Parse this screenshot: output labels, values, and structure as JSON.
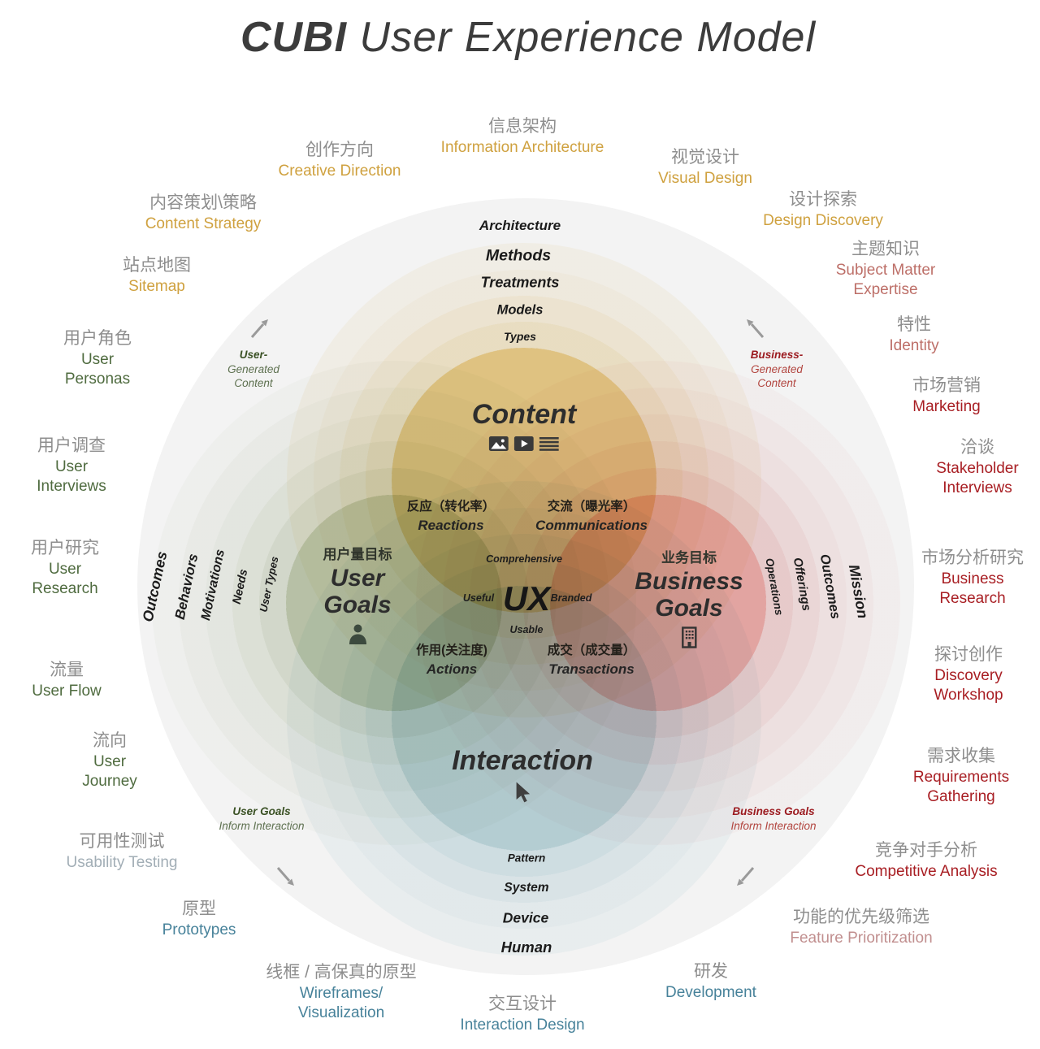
{
  "title": {
    "bold": "CUBI",
    "rest": " User Experience Model"
  },
  "outer_labels": {
    "information_architecture": {
      "zh": "信息架构",
      "en": "Information Architecture"
    },
    "creative_direction": {
      "zh": "创作方向",
      "en": "Creative Direction"
    },
    "content_strategy": {
      "zh": "内容策划\\策略",
      "en": "Content Strategy"
    },
    "sitemap": {
      "zh": "站点地图",
      "en": "Sitemap"
    },
    "visual_design": {
      "zh": "视觉设计",
      "en": "Visual Design"
    },
    "design_discovery": {
      "zh": "设计探索",
      "en": "Design Discovery"
    },
    "subject_matter_expertise": {
      "zh": "主题知识",
      "en": "Subject Matter Expertise"
    },
    "identity": {
      "zh": "特性",
      "en": "Identity"
    },
    "user_personas": {
      "zh": "用户角色",
      "en": "User Personas"
    },
    "user_interviews": {
      "zh": "用户调查",
      "en": "User Interviews"
    },
    "user_research": {
      "zh": "用户研究",
      "en": "User Research"
    },
    "user_flow": {
      "zh": "流量",
      "en": "User Flow"
    },
    "user_journey": {
      "zh": "流向",
      "en": "User Journey"
    },
    "usability_testing": {
      "zh": "可用性测试",
      "en": "Usability Testing"
    },
    "prototypes": {
      "zh": "原型",
      "en": "Prototypes"
    },
    "wireframes_visualization": {
      "zh": "线框 / 高保真的原型",
      "en": "Wireframes/ Visualization"
    },
    "interaction_design": {
      "zh": "交互设计",
      "en": "Interaction Design"
    },
    "development": {
      "zh": "研发",
      "en": "Development"
    },
    "feature_prioritization": {
      "zh": "功能的优先级筛选",
      "en": "Feature Prioritization"
    },
    "competitive_analysis": {
      "zh": "竞争对手分析",
      "en": "Competitive Analysis"
    },
    "requirements_gathering": {
      "zh": "需求收集",
      "en": "Requirements Gathering"
    },
    "discovery_workshop": {
      "zh": "探讨创作",
      "en": "Discovery Workshop"
    },
    "business_research": {
      "zh": "市场分析研究",
      "en": "Business Research"
    },
    "stakeholder_interviews": {
      "zh": "洽谈",
      "en": "Stakeholder Interviews"
    },
    "marketing": {
      "zh": "市场营销",
      "en": "Marketing"
    }
  },
  "venn": {
    "content": {
      "label": "Content",
      "rings": [
        "Architecture",
        "Methods",
        "Treatments",
        "Models",
        "Types"
      ],
      "icons": [
        "image-icon",
        "video-icon",
        "text-lines-icon"
      ]
    },
    "user_goals": {
      "zh": "用户量目标",
      "line1": "User",
      "line2": "Goals",
      "icon": "person-icon",
      "rings": [
        "Outcomes",
        "Behaviors",
        "Motivations",
        "Needs",
        "User Types"
      ]
    },
    "business_goals": {
      "zh": "业务目标",
      "line1": "Business",
      "line2": "Goals",
      "icon": "building-icon",
      "rings": [
        "Operations",
        "Offerings",
        "Outcomes",
        "Mission"
      ]
    },
    "interaction": {
      "label": "Interaction",
      "icon": "cursor-icon",
      "rings": [
        "Pattern",
        "System",
        "Device",
        "Human"
      ]
    },
    "intersections": {
      "reactions": {
        "zh": "反应（转化率）",
        "en": "Reactions"
      },
      "communications": {
        "zh": "交流（曝光率）",
        "en": "Communications"
      },
      "actions": {
        "zh": "作用(关注度)",
        "en": "Actions"
      },
      "transactions": {
        "zh": "成交（成交量）",
        "en": "Transactions"
      }
    },
    "center": {
      "label": "UX",
      "top": "Comprehensive",
      "left": "Useful",
      "right": "Branded",
      "bottom": "Usable"
    }
  },
  "annotations": {
    "user_generated": {
      "bold": "User-",
      "rest": "Generated Content"
    },
    "business_generated": {
      "bold": "Business-",
      "rest": "Generated Content"
    },
    "user_inform": {
      "bold": "User Goals",
      "rest": "Inform Interaction"
    },
    "business_inform": {
      "bold": "Business Goals",
      "rest": "Inform Interaction"
    }
  },
  "colors": {
    "gold": "#cfa13f",
    "green": "#4f6b3f",
    "red": "#a81e23",
    "salmon": "#bd6f68",
    "teal": "#47829a",
    "muted_pink": "#c18f8f",
    "light_blue_gray": "#a2aeb6",
    "chinese_gray": "#8e8e8e",
    "content_circle": "#eacc87",
    "user_circle": "#c0caae",
    "business_circle": "#eeaca9",
    "interaction_circle": "#bdd7dd",
    "outer_circle": "#f3f3f3"
  }
}
